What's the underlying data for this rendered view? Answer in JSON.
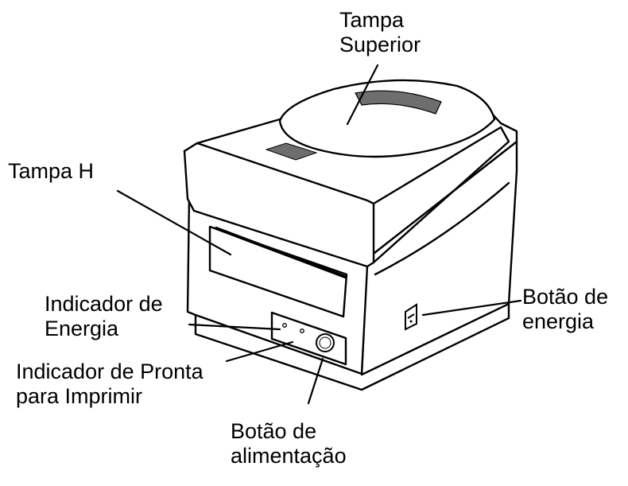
{
  "labels": {
    "tampa_superior": [
      "Tampa",
      "Superior"
    ],
    "tampa_h": "Tampa H",
    "indicador_energia": [
      "Indicador de",
      "Energia"
    ],
    "indicador_pronta": [
      "Indicador de Pronta",
      "para Imprimir"
    ],
    "botao_alimentacao": [
      "Botão de",
      "alimentação"
    ],
    "botao_energia": [
      "Botão de",
      "energia"
    ]
  },
  "colors": {
    "ink": "#000000",
    "fill": "#ffffff",
    "shade": "#6e6e6e"
  }
}
